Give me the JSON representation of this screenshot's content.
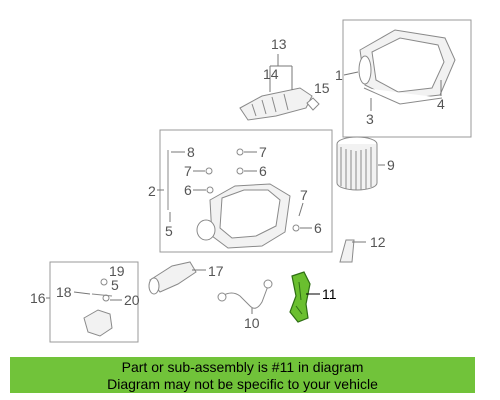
{
  "callouts": {
    "c1": "1",
    "c2": "2",
    "c3": "3",
    "c4": "4",
    "c5a": "5",
    "c5b": "5",
    "c6a": "6",
    "c6b": "6",
    "c6c": "6",
    "c7a": "7",
    "c7b": "7",
    "c7c": "7",
    "c8": "8",
    "c9": "9",
    "c10": "10",
    "c11": "11",
    "c12": "12",
    "c13": "13",
    "c14": "14",
    "c15": "15",
    "c16": "16",
    "c17": "17",
    "c18": "18",
    "c19": "19",
    "c20": "20"
  },
  "highlight": {
    "part": "11",
    "color": "#71c33a"
  },
  "caption": {
    "line1": "Part or sub-assembly is #11 in diagram",
    "line2": "Diagram may not be specific to your vehicle"
  }
}
